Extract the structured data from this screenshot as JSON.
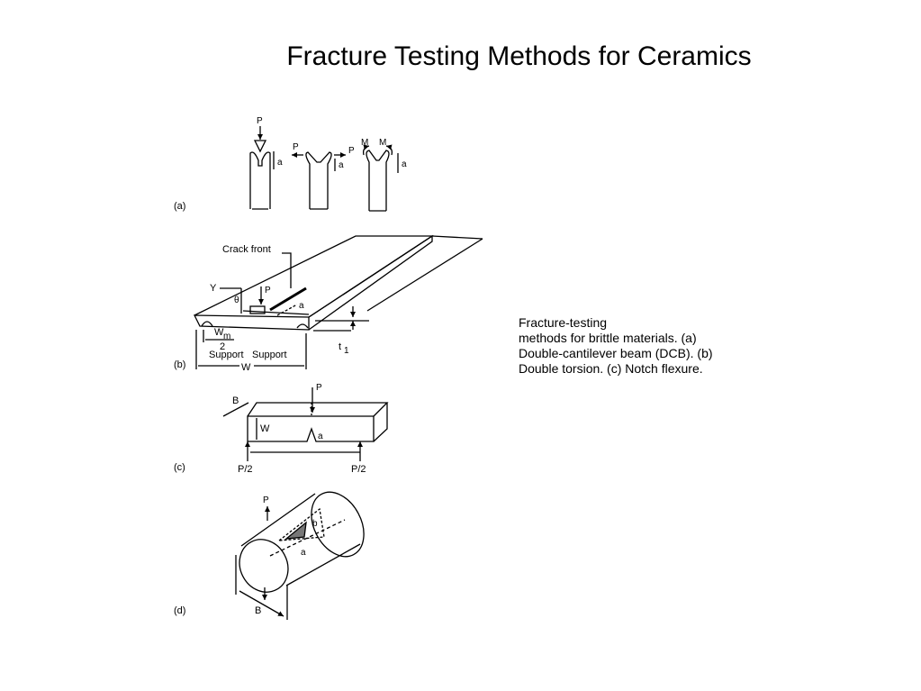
{
  "slide": {
    "title": "Fracture Testing Methods for Ceramics",
    "caption_lines": [
      "Fracture-testing",
      "methods for brittle materials. (a)",
      "Double-cantilever beam (DCB). (b)",
      "Double torsion. (c) Notch flexure."
    ]
  },
  "figure": {
    "panel_a": {
      "label": "(a)",
      "specimen1": {
        "load": "P",
        "crack": "a"
      },
      "specimen2": {
        "load_left": "P",
        "load_right": "P",
        "crack": "a"
      },
      "specimen3": {
        "moment_left": "M",
        "moment_right": "M",
        "crack": "a"
      }
    },
    "panel_b": {
      "label": "(b)",
      "crack_front": "Crack front",
      "y": "Y",
      "theta": "θ",
      "load": "P",
      "crack": "a",
      "wm": "W",
      "wm_sub": "m",
      "wm_den": "2",
      "support_left": "Support",
      "support_right": "Support",
      "width": "W",
      "thickness": "t",
      "thickness_sub": "1"
    },
    "panel_c": {
      "label": "(c)",
      "thickness": "B",
      "load": "P",
      "width": "W",
      "crack": "a",
      "reaction_left": "P/2",
      "reaction_right": "P/2"
    },
    "panel_d": {
      "label": "(d)",
      "load": "P",
      "crack_b": "b",
      "crack_a": "a",
      "thickness": "B"
    }
  }
}
